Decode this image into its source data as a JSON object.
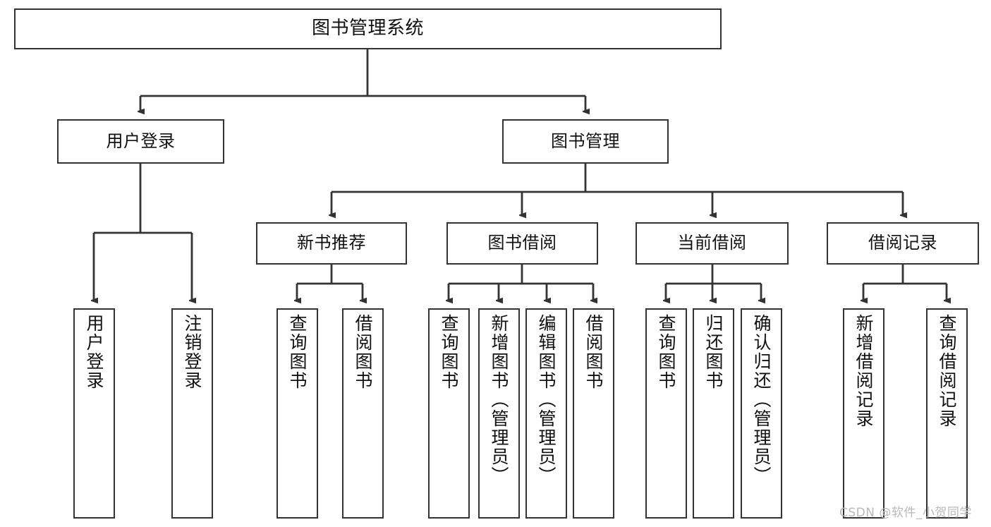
{
  "diagram": {
    "type": "tree",
    "title": "图书管理系统",
    "orientation": "top-down",
    "style": {
      "node_fill": "#ffffff",
      "node_stroke": "#333333",
      "edge_color": "#333333",
      "text_color": "#111111",
      "background": "#ffffff"
    },
    "levels": [
      {
        "level": 1,
        "nodes": [
          {
            "id": "root",
            "label": "图书管理系统"
          }
        ]
      },
      {
        "level": 2,
        "nodes": [
          {
            "id": "login",
            "label": "用户登录",
            "parent": "root"
          },
          {
            "id": "bookmgmt",
            "label": "图书管理",
            "parent": "root"
          }
        ]
      },
      {
        "level": 3,
        "nodes": [
          {
            "id": "newbook",
            "label": "新书推荐",
            "parent": "bookmgmt"
          },
          {
            "id": "borrow",
            "label": "图书借阅",
            "parent": "bookmgmt"
          },
          {
            "id": "current",
            "label": "当前借阅",
            "parent": "bookmgmt"
          },
          {
            "id": "records",
            "label": "借阅记录",
            "parent": "bookmgmt"
          }
        ]
      },
      {
        "level": 4,
        "nodes": [
          {
            "id": "leaf1",
            "label": "用户登录",
            "parent": "login"
          },
          {
            "id": "leaf2",
            "label": "注销登录",
            "parent": "login"
          },
          {
            "id": "leaf3",
            "label": "查询图书",
            "parent": "newbook"
          },
          {
            "id": "leaf4",
            "label": "借阅图书",
            "parent": "newbook"
          },
          {
            "id": "leaf5",
            "label": "查询图书",
            "parent": "borrow"
          },
          {
            "id": "leaf6",
            "label": "新增图书（管理员）",
            "parent": "borrow"
          },
          {
            "id": "leaf7",
            "label": "编辑图书（管理员）",
            "parent": "borrow"
          },
          {
            "id": "leaf8",
            "label": "借阅图书",
            "parent": "borrow"
          },
          {
            "id": "leaf9",
            "label": "查询图书",
            "parent": "current"
          },
          {
            "id": "leaf10",
            "label": "归还图书",
            "parent": "current"
          },
          {
            "id": "leaf11",
            "label": "确认归还（管理员）",
            "parent": "current"
          },
          {
            "id": "leaf12",
            "label": "新增借阅记录",
            "parent": "records"
          },
          {
            "id": "leaf13",
            "label": "查询借阅记录",
            "parent": "records"
          }
        ]
      }
    ]
  },
  "watermark": {
    "text": "CSDN @软件_小贺同学"
  }
}
